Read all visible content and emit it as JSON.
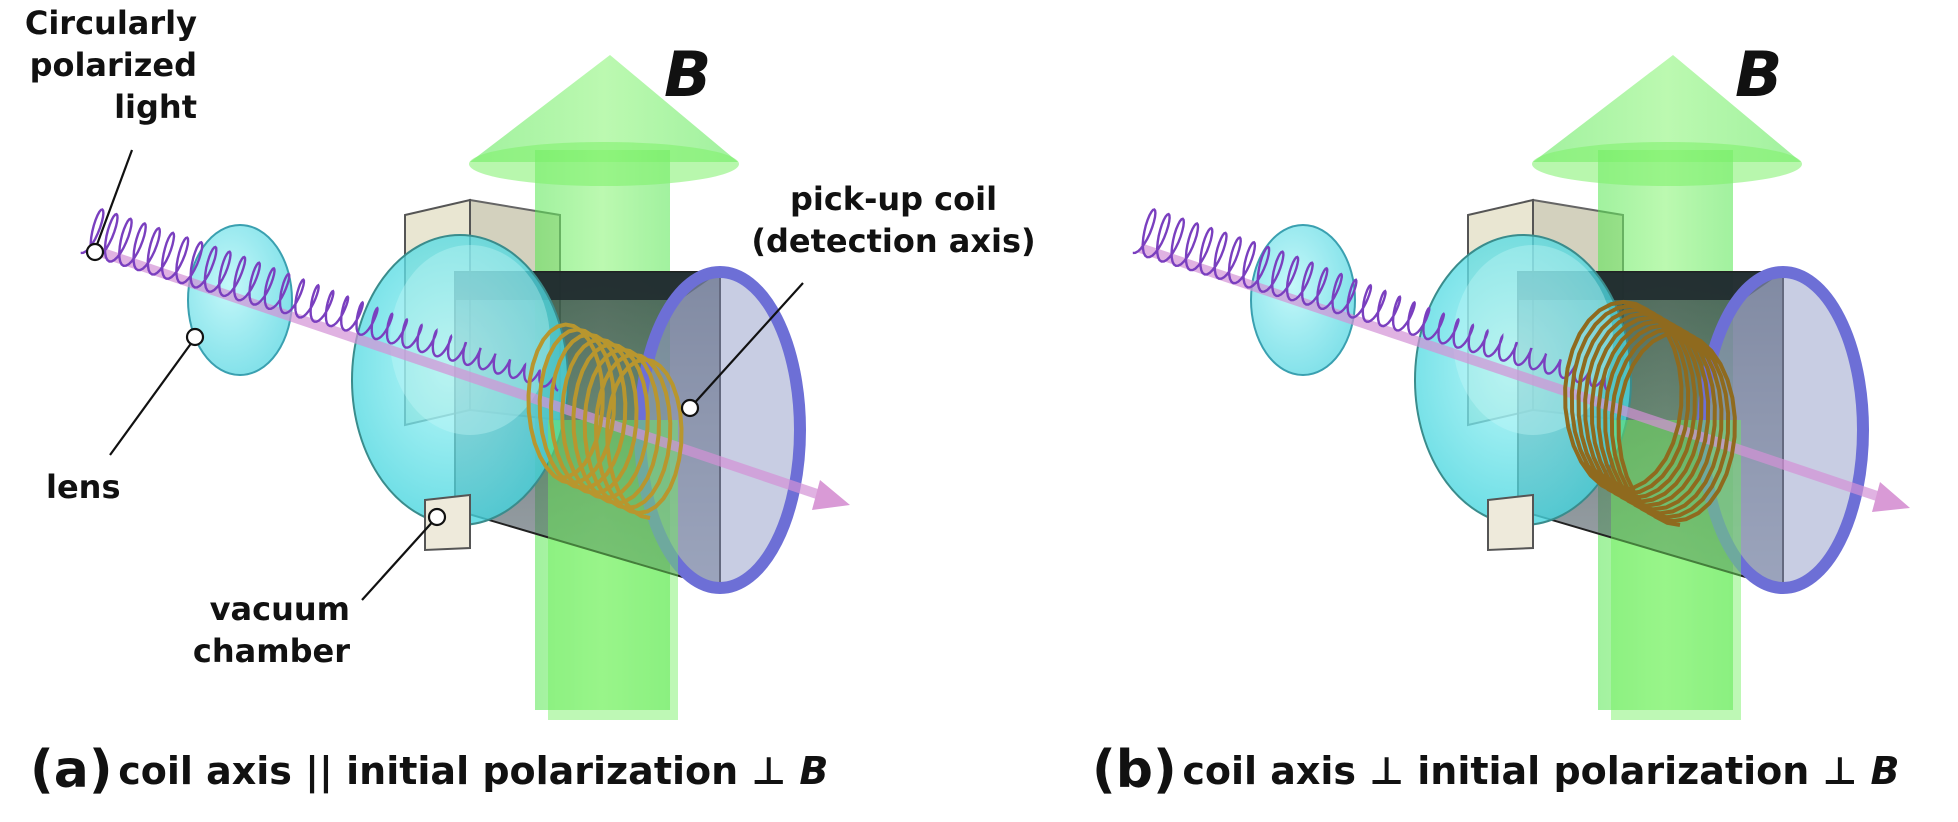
{
  "panel_a": {
    "b_symbol": "B",
    "labels": {
      "light": [
        "Circularly",
        "polarized",
        "light"
      ],
      "lens": "lens",
      "chamber": [
        "vacuum",
        "chamber"
      ],
      "coil": [
        "pick-up coil",
        "(detection axis)"
      ]
    },
    "caption": {
      "letter": "(a)",
      "text": "coil axis || initial polarization ⊥ ",
      "b": "B"
    }
  },
  "panel_b": {
    "b_symbol": "B",
    "caption": {
      "letter": "(b)",
      "text": "coil axis ⊥ initial polarization ⊥ ",
      "b": "B"
    }
  },
  "colors": {
    "field_arrow": "#66ee55",
    "beam": "#cc77cc",
    "helix": "#7a3fbf",
    "lens": "#66ddee",
    "chamber_glass": "#55e0e8",
    "chamber_body": "#3c4a52",
    "chamber_rim": "#7f7fe8",
    "coil": "#b8962e",
    "callout": "#111111"
  }
}
